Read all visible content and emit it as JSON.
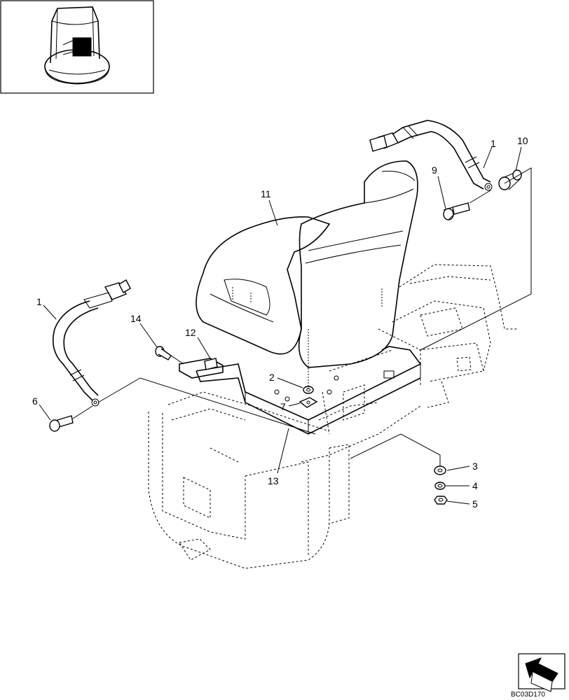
{
  "figure": {
    "drawing_code": "BC03D170",
    "callouts": [
      {
        "id": "c1-right",
        "text": "1"
      },
      {
        "id": "c10",
        "text": "10"
      },
      {
        "id": "c9",
        "text": "9"
      },
      {
        "id": "c11",
        "text": "11"
      },
      {
        "id": "c1-left",
        "text": "1"
      },
      {
        "id": "c14",
        "text": "14"
      },
      {
        "id": "c12",
        "text": "12"
      },
      {
        "id": "c2",
        "text": "2"
      },
      {
        "id": "c7",
        "text": "7"
      },
      {
        "id": "c6",
        "text": "6"
      },
      {
        "id": "c13",
        "text": "13"
      },
      {
        "id": "c3",
        "text": "3"
      },
      {
        "id": "c4",
        "text": "4"
      },
      {
        "id": "c5",
        "text": "5"
      }
    ]
  }
}
